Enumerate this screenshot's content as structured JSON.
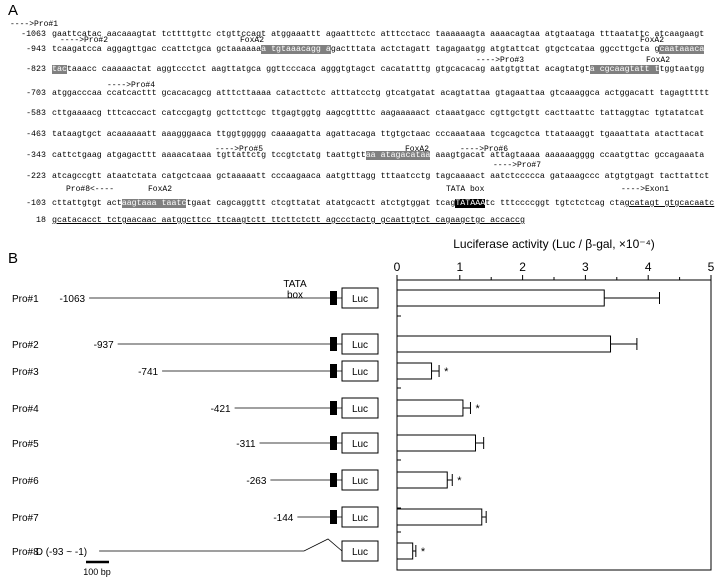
{
  "panelA": {
    "label": "A",
    "rows": [
      {
        "num": "-1063",
        "segs": [
          {
            "t": "gaattcatac aacaaagtat tcttttgttc ctgttccagt atggaaattt agaatttctc atttcctacc taaaaaagta aaaacagtaa atgtaataga tttaatattc atcaagaagt"
          }
        ]
      },
      {
        "num": "-943",
        "segs": [
          {
            "t": "tcaagatcca aggagttgac ccattctgca gctaaaaaa"
          },
          {
            "t": "a tgtaaacagg a",
            "h": "g"
          },
          {
            "t": "gactttata actctagatt tagagaatgg atgtattcat gtgctcataa ggccttgcta g"
          },
          {
            "t": "caataaaca",
            "h": "g"
          }
        ]
      },
      {
        "num": "-823",
        "segs": [
          {
            "t": "tac",
            "h": "g"
          },
          {
            "t": "taaacc caaaaactat aggtccctct aagttatgca ggttcccaca agggtgtagct cacatatttg gtgcacacag aatgtgttat acagtatgt"
          },
          {
            "t": "a cgcaagtatt t",
            "h": "g"
          },
          {
            "t": "tggtaatgg"
          }
        ]
      },
      {
        "num": "-703",
        "segs": [
          {
            "t": "atggacccaa ccatcacttt gcacacagcg atttcttaaaa catacttctc atttatcctg gtcatgatat acagtattaa gtagaattaa gtcaaaggca actggacatt tagagttttt"
          }
        ]
      },
      {
        "num": "-583",
        "segs": [
          {
            "t": "cttgaaaacg tttcaccact catccgagtg gcttcttcgc ttgagtggtg aagcgttttc aagaaaaact ctaaatgacc cgttgctgtt cacttaattc tattaggtac tgtatatcat"
          }
        ]
      },
      {
        "num": "-463",
        "segs": [
          {
            "t": "tataagtgct acaaaaaatt aaagggaaca ttggtggggg caaaagatta agattacaga ttgtgctaac cccaaataaa tcgcagctca ttataaaggt tgaaattata atacttacat"
          }
        ]
      },
      {
        "num": "-343",
        "segs": [
          {
            "t": "cattctgaag atgagacttt aaaacataaa tgttattctg tccgtctatg taattgtt"
          },
          {
            "t": "aa atagacataa",
            "h": "g"
          },
          {
            "t": " aaagtgacat attagtaaaa aaaaaagggg ccaatgttac gccagaaata"
          }
        ]
      },
      {
        "num": "-223",
        "segs": [
          {
            "t": "atcagccgtt ataatctata catgctcaaa gctaaaaatt cccaagaaca aatgtttagg tttaatcctg tagcaaaact aatctccccca gataaagccc atgtgtgagt tacttattct"
          }
        ]
      },
      {
        "num": "-103",
        "segs": [
          {
            "t": "cttattgtgt act"
          },
          {
            "t": "aagtaaa taatc",
            "h": "g"
          },
          {
            "t": "tgaat cagcaggttt ctcgttatat atatgcactt atctgtggat tcag"
          },
          {
            "t": "TATAAA",
            "h": "k"
          },
          {
            "t": "tc tttccccggt tgtctctcag cta"
          },
          {
            "t": "gcatagt gtgcacaatc",
            "u": true
          }
        ]
      },
      {
        "num": "18",
        "segs": [
          {
            "t": "gcatacacct tctgaacaac aatggcttcc ttcaagtctt ttcttctctt agccctactg gcaattgtct cagaagctgc accaccg",
            "u": true
          }
        ]
      }
    ],
    "annotations": [
      {
        "text": "---->Pro#1"
      },
      {
        "text": "---->Pro#2"
      },
      {
        "text": "FoxA2"
      },
      {
        "text": "FoxA2"
      },
      {
        "text": "---->Pro#3"
      },
      {
        "text": "FoxA2"
      },
      {
        "text": "---->Pro#4"
      },
      {
        "text": "---->Pro#5"
      },
      {
        "text": "FoxA2"
      },
      {
        "text": "---->Pro#6"
      },
      {
        "text": "---->Pro#7"
      },
      {
        "text": "Pro#8<----"
      },
      {
        "text": "FoxA2"
      },
      {
        "text": "TATA box"
      },
      {
        "text": "---->Exon1"
      }
    ]
  },
  "panelB": {
    "label": "B",
    "tata_label_line1": "TATA",
    "tata_label_line2": "box",
    "luc_label": "Luc",
    "scale_bar_label": "100 bp",
    "constructs": [
      {
        "name": "Pro#1",
        "start": "-1063",
        "start_bp": -1063
      },
      {
        "name": "Pro#2",
        "start": "-937",
        "start_bp": -937
      },
      {
        "name": "Pro#3",
        "start": "-741",
        "start_bp": -741
      },
      {
        "name": "Pro#4",
        "start": "-421",
        "start_bp": -421
      },
      {
        "name": "Pro#5",
        "start": "-311",
        "start_bp": -311
      },
      {
        "name": "Pro#6",
        "start": "-263",
        "start_bp": -263
      },
      {
        "name": "Pro#7",
        "start": "-144",
        "start_bp": -144
      },
      {
        "name": "Pro#8",
        "start": "D (-93 ~ -1)",
        "start_bp": -1063,
        "deletion": true
      }
    ]
  },
  "chart_data": {
    "type": "bar",
    "orientation": "horizontal",
    "title": "Luciferase activity (Luc / β-gal, ×10⁻⁴)",
    "xlim": [
      0,
      5
    ],
    "ticks": [
      "0",
      "1",
      "2",
      "3",
      "4",
      "5"
    ],
    "categories": [
      "Pro#1",
      "Pro#2",
      "Pro#3",
      "Pro#4",
      "Pro#5",
      "Pro#6",
      "Pro#7",
      "Pro#8"
    ],
    "values": [
      3.3,
      3.4,
      0.55,
      1.05,
      1.25,
      0.8,
      1.35,
      0.25
    ],
    "errors": [
      0.88,
      0.42,
      0.12,
      0.12,
      0.13,
      0.08,
      0.07,
      0.05
    ],
    "significance": [
      "",
      "",
      "*",
      "*",
      "",
      "*",
      "",
      "*"
    ]
  }
}
